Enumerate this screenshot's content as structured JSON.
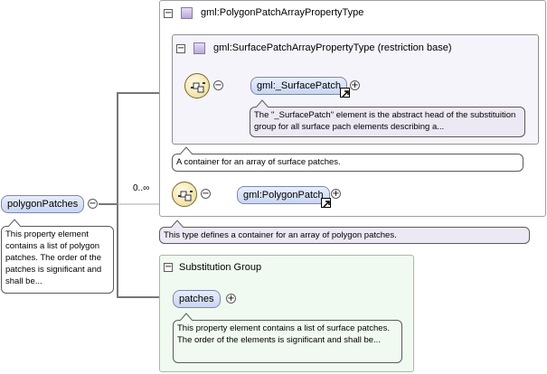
{
  "outer_type": {
    "title": "gml:PolygonPatchArrayPropertyType"
  },
  "inner_type": {
    "title": "gml:SurfacePatchArrayPropertyType (restriction base)"
  },
  "surface_patch": {
    "label": "gml:_SurfacePatch",
    "note": "The \"_SurfacePatch\" element is the abstract head of the substituition group for all surface pach elements describing a..."
  },
  "inner_note": "A container for an array of surface patches.",
  "polygon_patch": {
    "label": "gml:PolygonPatch",
    "cardinality": "0..∞"
  },
  "outer_note": "This type defines a container for an array of polygon patches.",
  "polygon_patches": {
    "label": "polygonPatches",
    "note": "This property element contains a list of polygon patches. The order of the patches is significant and shall be..."
  },
  "substitution_group": {
    "title": "Substitution Group",
    "label": "patches",
    "note": "This property element contains a list of surface patches. The order of the elements is significant and shall be..."
  },
  "colors": {
    "type_frame": "#f6f4fb",
    "subst_frame": "#f1faf1",
    "note_bg": "#ece8f4"
  }
}
